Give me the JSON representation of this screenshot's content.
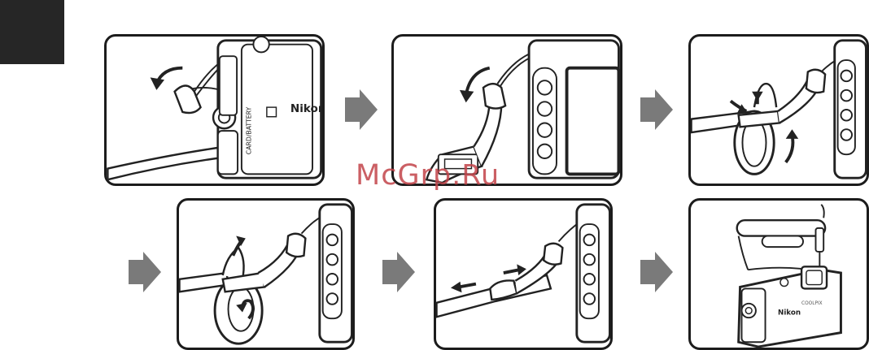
{
  "brand_text": "Nikon",
  "battery_label": "CARD/BATTERY",
  "model_text": "COOLPIX",
  "watermark": "McGrp.Ru",
  "colors": {
    "outline": "#1c1c1c",
    "arrow": "#7a7a7a",
    "tab": "#262626",
    "watermark": "#c2444a"
  }
}
